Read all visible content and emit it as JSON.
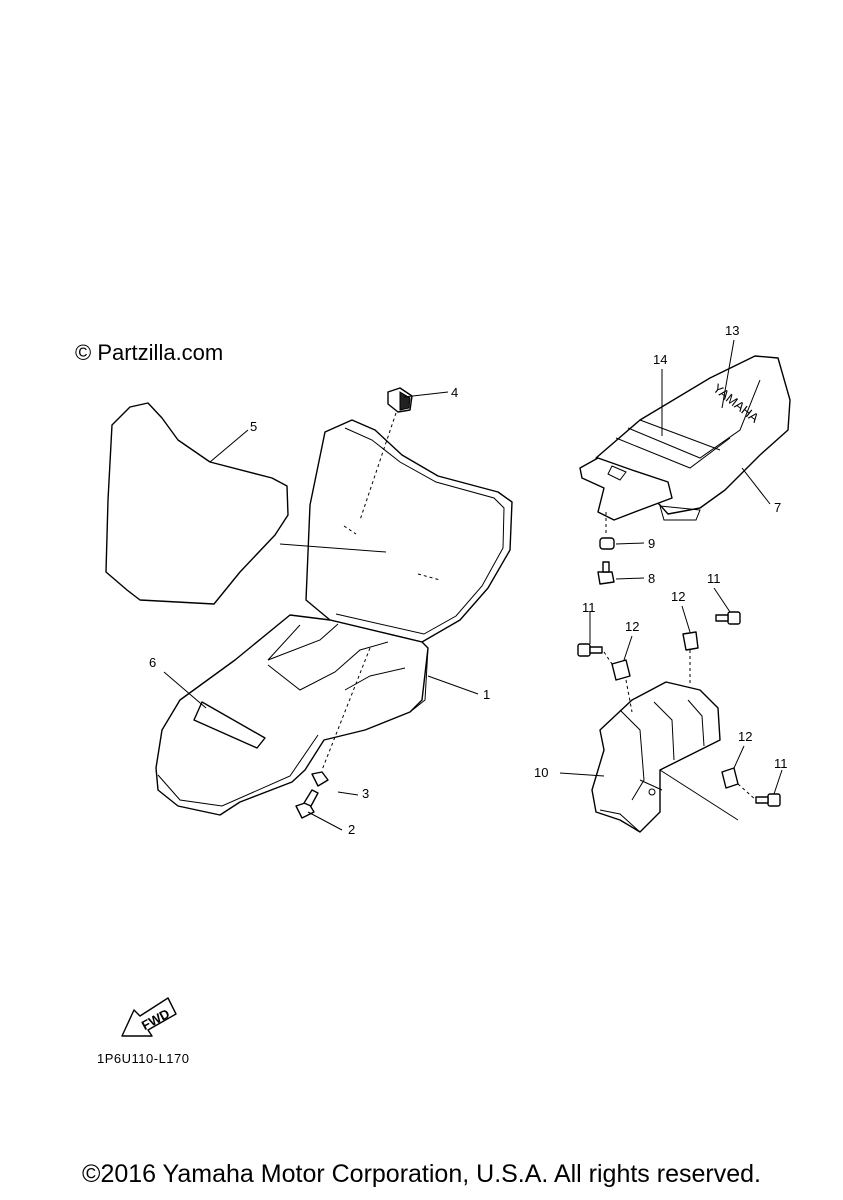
{
  "watermark": "© Partzilla.com",
  "diagram_code": "1P6U110-L170",
  "fwd_label": "FWD",
  "seat_brand": "YAMAHA",
  "copyright": "©2016 Yamaha Motor Corporation, U.S.A. All rights reserved.",
  "callouts": {
    "c1": "1",
    "c2": "2",
    "c3": "3",
    "c4": "4",
    "c5": "5",
    "c6": "6",
    "c7": "7",
    "c8": "8",
    "c9": "9",
    "c10": "10",
    "c11a": "11",
    "c11b": "11",
    "c11c": "11",
    "c12a": "12",
    "c12b": "12",
    "c12c": "12",
    "c13": "13",
    "c14": "14"
  }
}
